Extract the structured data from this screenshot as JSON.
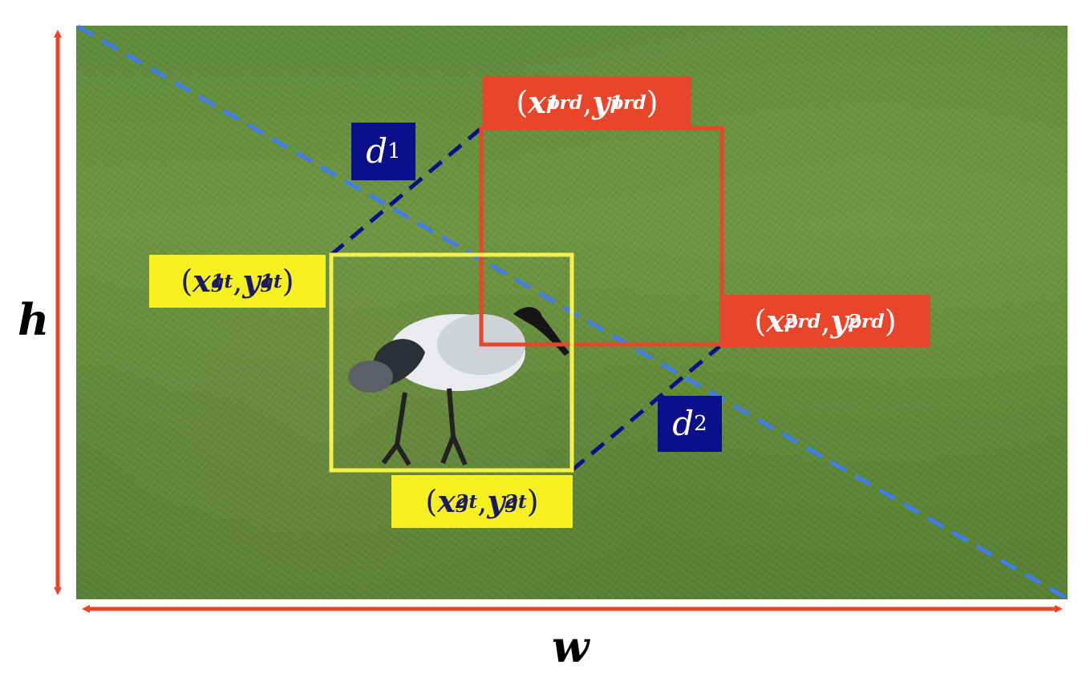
{
  "photo": {
    "description_icon": "bird-on-grass-photo"
  },
  "labels": {
    "pred_top_left": {
      "var_x": "x",
      "var_y": "y",
      "sup": "prd",
      "sub": "1",
      "open": "(",
      "comma": ",",
      "close": ")"
    },
    "pred_bottom_right": {
      "var_x": "x",
      "var_y": "y",
      "sup": "prd",
      "sub": "2",
      "open": "(",
      "comma": ",",
      "close": ")"
    },
    "gt_top_left": {
      "var_x": "x",
      "var_y": "y",
      "sup": "gt",
      "sub": "1",
      "open": "(",
      "comma": ",",
      "close": ")"
    },
    "gt_bottom_right": {
      "var_x": "x",
      "var_y": "y",
      "sup": "gt",
      "sub": "2",
      "open": "(",
      "comma": ",",
      "close": ")"
    },
    "d1": {
      "var": "d",
      "sub": "1"
    },
    "d2": {
      "var": "d",
      "sub": "2"
    }
  },
  "axes": {
    "height_label": "h",
    "width_label": "w"
  },
  "colors": {
    "prediction_box": "#e8452b",
    "ground_truth_box": "#f8f04a",
    "diagonal": "#3f7df0",
    "distance_lines": "#0c0f8a",
    "dimension_arrows": "#e8452b"
  }
}
